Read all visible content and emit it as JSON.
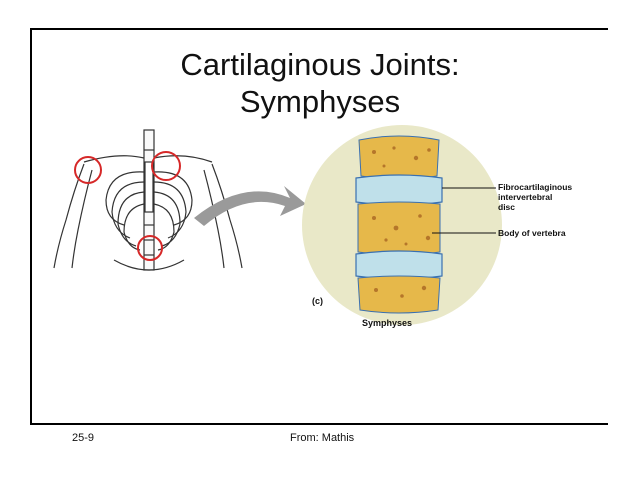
{
  "slide": {
    "title_line1": "Cartilaginous Joints:",
    "title_line2": "Symphyses"
  },
  "figure": {
    "label_disc_1": "Fibrocartilaginous",
    "label_disc_2": "intervertebral",
    "label_disc_3": "disc",
    "label_body": "Body of vertebra",
    "panel_letter": "(c)",
    "caption": "Symphyses",
    "colors": {
      "bone": "#e6b84a",
      "disc": "#bfe0ea",
      "background_circle": "#e9e8c8",
      "highlight": "#d62828",
      "arrow": "#9a9a9a"
    }
  },
  "footer": {
    "slide_number": "25-9",
    "source": "From: Mathis"
  }
}
